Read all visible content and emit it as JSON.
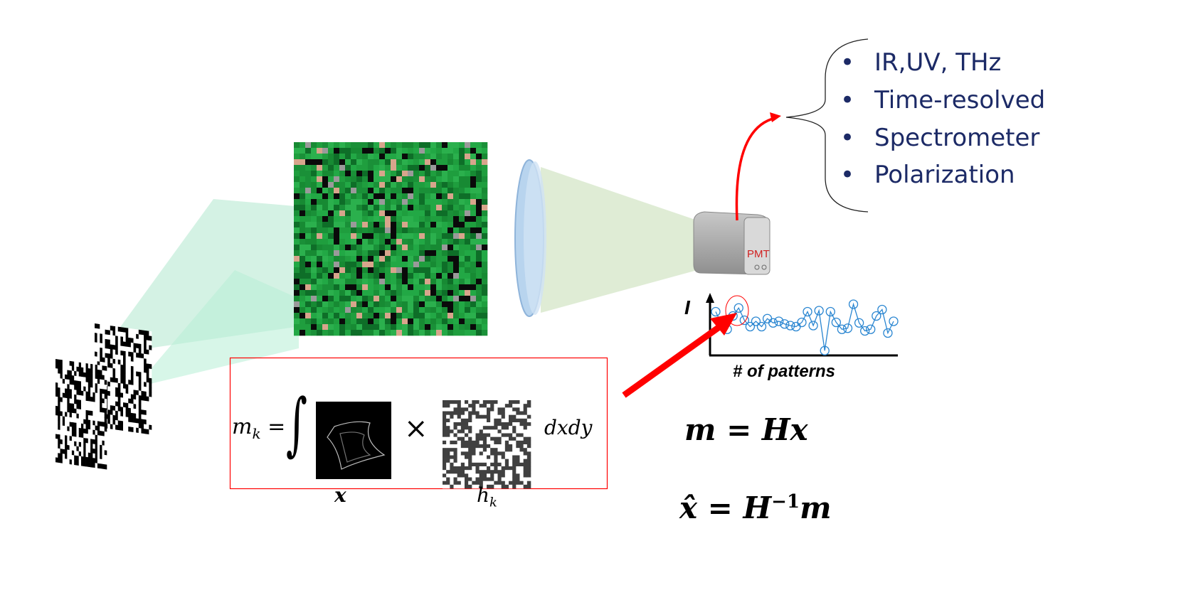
{
  "bullets": [
    "IR,UV, THz",
    "Time-resolved",
    "Spectrometer",
    "Polarization"
  ],
  "detector_label": "PMT",
  "plot": {
    "y_label": "I",
    "x_label": "# of patterns",
    "values": [
      0.78,
      0.55,
      0.45,
      0.7,
      0.85,
      0.62,
      0.5,
      0.6,
      0.5,
      0.65,
      0.57,
      0.6,
      0.55,
      0.52,
      0.5,
      0.58,
      0.78,
      0.52,
      0.8,
      0.05,
      0.78,
      0.58,
      0.45,
      0.47,
      0.92,
      0.57,
      0.42,
      0.45,
      0.7,
      0.82,
      0.38,
      0.6
    ]
  },
  "formula": {
    "lhs": "m",
    "lhs_sub": "k",
    "equals": "=",
    "integral": "∫",
    "times": "×",
    "dxdy": "dxdy",
    "x_label": "x",
    "h_label": "h",
    "h_sub": "k"
  },
  "equations": {
    "forward": "m = Hx",
    "inverse_hat": "x̂",
    "inverse_rest": " = H",
    "inverse_exp": "−1",
    "inverse_m": "m"
  },
  "colors": {
    "accent_red": "#ff0000",
    "navy": "#1c2a66",
    "plot_blue": "#2a86d1",
    "pattern_green": "#1f9e3e"
  }
}
